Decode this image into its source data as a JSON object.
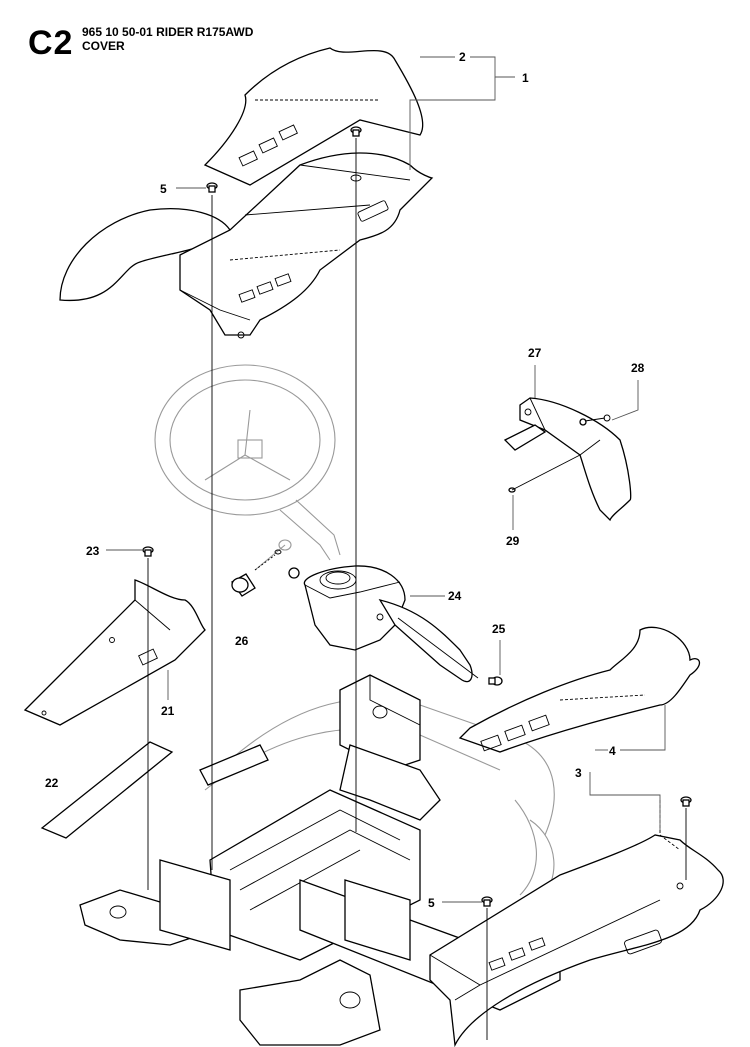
{
  "header": {
    "section_code": "C2",
    "model_line": "965 10 50-01 RIDER R175AWD",
    "section_title": "COVER"
  },
  "callouts": [
    {
      "id": "c1",
      "label": "1"
    },
    {
      "id": "c2",
      "label": "2"
    },
    {
      "id": "c3",
      "label": "3"
    },
    {
      "id": "c4",
      "label": "4"
    },
    {
      "id": "c5a",
      "label": "5"
    },
    {
      "id": "c5b",
      "label": "5"
    },
    {
      "id": "c21",
      "label": "21"
    },
    {
      "id": "c22",
      "label": "22"
    },
    {
      "id": "c23",
      "label": "23"
    },
    {
      "id": "c24",
      "label": "24"
    },
    {
      "id": "c25",
      "label": "25"
    },
    {
      "id": "c26",
      "label": "26"
    },
    {
      "id": "c27",
      "label": "27"
    },
    {
      "id": "c28",
      "label": "28"
    },
    {
      "id": "c29",
      "label": "29"
    }
  ]
}
